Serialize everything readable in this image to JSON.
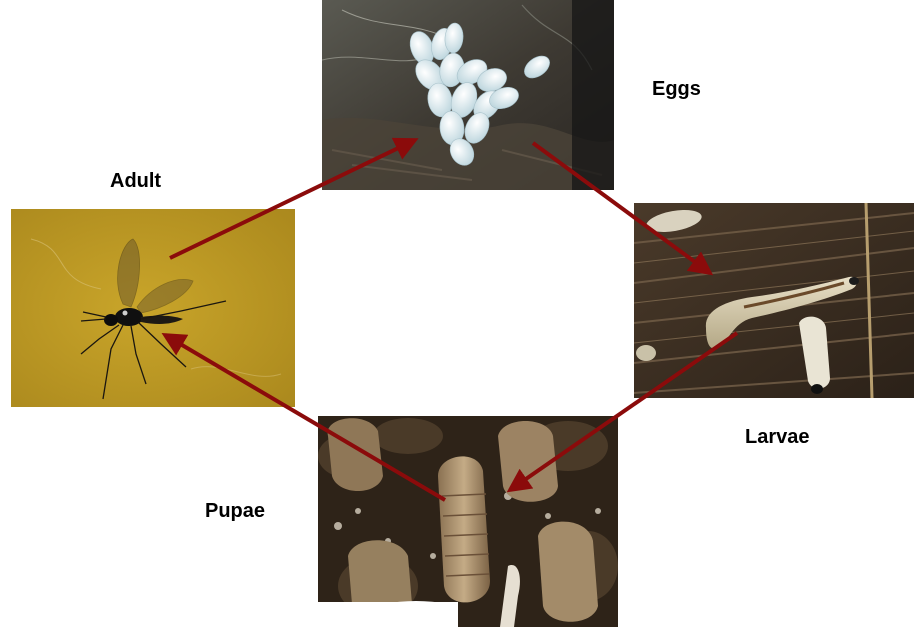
{
  "stages": {
    "eggs": {
      "label": "Eggs"
    },
    "larvae": {
      "label": "Larvae"
    },
    "pupae": {
      "label": "Pupae"
    },
    "adult": {
      "label": "Adult"
    }
  },
  "colors": {
    "arrow": "#8b0b0b",
    "adult_background": "#b8951f",
    "eggs": "#e4eff3",
    "larva_body": "#c9bd9c",
    "pupa": "#a98f6e",
    "soil": "#3a2c1e"
  },
  "icons": {
    "arrow": "arrow-icon"
  }
}
